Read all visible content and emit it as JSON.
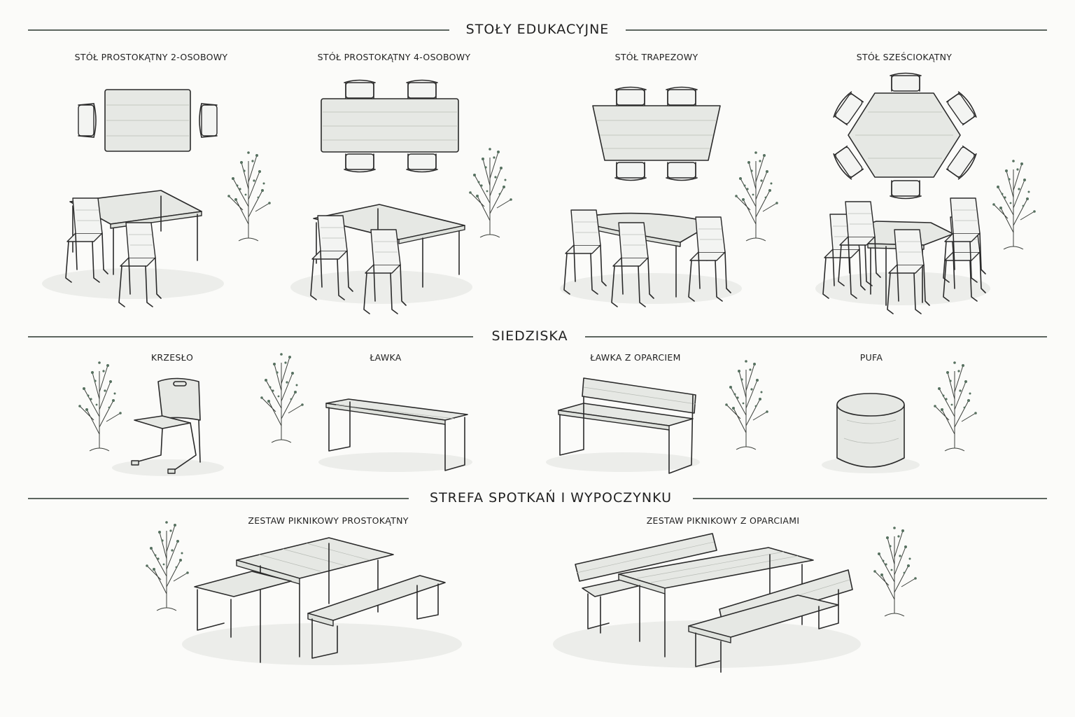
{
  "sections": [
    {
      "title": "STOŁY EDUKACYJNE",
      "items": [
        {
          "label": "STÓŁ PROSTOKĄTNY 2-OSOBOWY"
        },
        {
          "label": "STÓŁ PROSTOKĄTNY 4-OSOBOWY"
        },
        {
          "label": "STÓŁ TRAPEZOWY"
        },
        {
          "label": "STÓŁ SZEŚCIOKĄTNY"
        }
      ]
    },
    {
      "title": "SIEDZISKA",
      "items": [
        {
          "label": "KRZESŁO"
        },
        {
          "label": "ŁAWKA"
        },
        {
          "label": "ŁAWKA Z OPARCIEM"
        },
        {
          "label": "PUFA"
        }
      ]
    },
    {
      "title": "STREFA SPOTKAŃ I WYPOCZYNKU",
      "items": [
        {
          "label": "ZESTAW PIKNIKOWY PROSTOKĄTNY"
        },
        {
          "label": "ZESTAW PIKNIKOWY Z OPARCIAMI"
        }
      ]
    }
  ],
  "colors": {
    "background": "#fbfbf9",
    "line": "#5d6660",
    "surface": "#e6e8e4",
    "foliage": "#56705f"
  }
}
